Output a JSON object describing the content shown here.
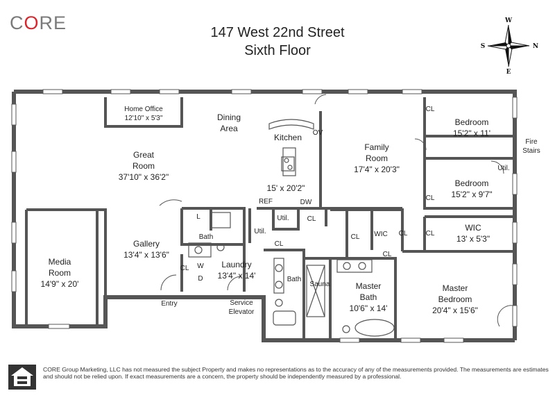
{
  "logo": {
    "prefix": "C",
    "accent": "O",
    "suffix": "RE"
  },
  "title": {
    "address": "147 West 22nd Street",
    "floor": "Sixth Floor"
  },
  "compass": {
    "top": "W",
    "left": "S",
    "right": "N",
    "bottom": "E"
  },
  "rooms": {
    "home_office": {
      "name": "Home Office",
      "dims": "12'10\" x 5'3\""
    },
    "dining": {
      "line1": "Dining",
      "line2": "Area"
    },
    "kitchen": {
      "name": "Kitchen",
      "dims": "15' x 20'2\""
    },
    "great_room": {
      "line1": "Great",
      "line2": "Room",
      "dims": "37'10\" x 36'2\""
    },
    "family_room": {
      "line1": "Family",
      "line2": "Room",
      "dims": "17'4\" x 20'3\""
    },
    "bedroom1": {
      "name": "Bedroom",
      "dims": "15'2\" x 11'"
    },
    "bedroom2": {
      "name": "Bedroom",
      "dims": "15'2\" x 9'7\""
    },
    "fire_stairs": {
      "line1": "Fire",
      "line2": "Stairs"
    },
    "media_room": {
      "line1": "Media",
      "line2": "Room",
      "dims": "14'9\" x 20'"
    },
    "gallery": {
      "name": "Gallery",
      "dims": "13'4\" x 13'6\""
    },
    "laundry": {
      "name": "Laundry",
      "dims": "13'4\" x 14'"
    },
    "master_bath": {
      "line1": "Master",
      "line2": "Bath",
      "dims": "10'6\" x 14'"
    },
    "master_bedroom": {
      "line1": "Master",
      "line2": "Bedroom",
      "dims": "20'4\" x 15'6\""
    },
    "wic_master": {
      "name": "WIC",
      "dims": "13' x 5'3\""
    },
    "wic_small": "WIC",
    "sauna": "Sauna",
    "bath": "Bath",
    "bath2": "Bath",
    "entry": "Entry",
    "service_elevator": {
      "line1": "Service",
      "line2": "Elevator"
    }
  },
  "small_labels": {
    "cl": "CL",
    "util": "Util.",
    "ov": "OV",
    "ref": "REF",
    "dw": "DW",
    "l": "L",
    "w": "W",
    "d": "D"
  },
  "disclaimer": "CORE Group Marketing, LLC has not measured the subject Property and makes no representations as to the accuracy of any of the measurements provided. The measurements are estimates and should not be relied upon. If exact measurements are a concern, the property should be independently measured by a professional.",
  "colors": {
    "wall": "#555555",
    "logo_gray": "#7a7a7a",
    "logo_red": "#d9262d"
  }
}
